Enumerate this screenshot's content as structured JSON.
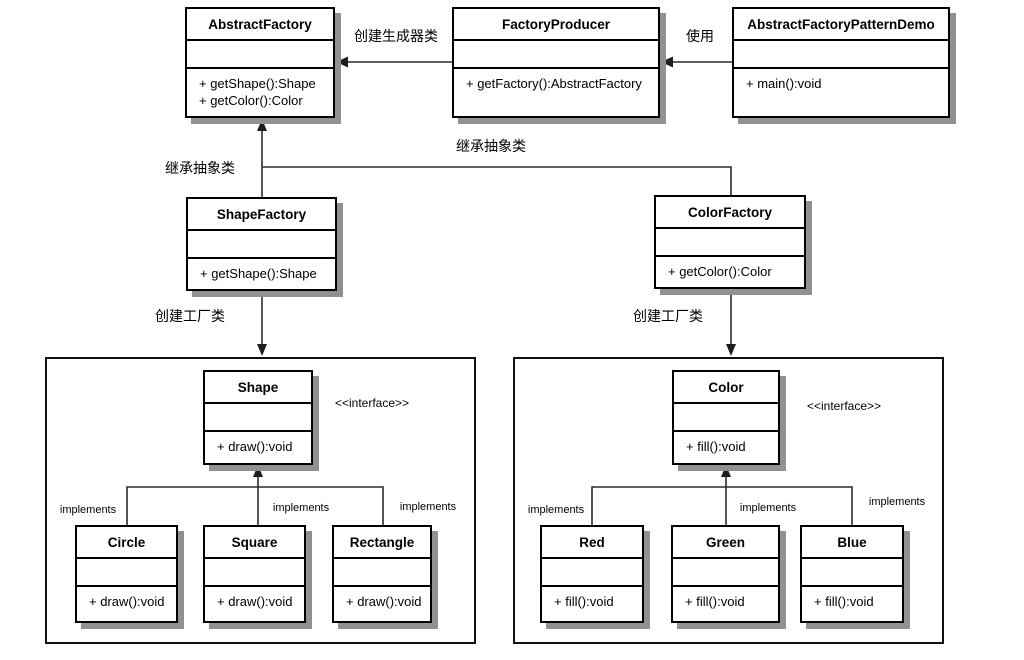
{
  "diagram": {
    "type": "uml-class-diagram",
    "pattern": "Abstract Factory"
  },
  "labels": {
    "create_generator": "创建生成器类",
    "use": "使用",
    "inherit_abstract_left": "继承抽象类",
    "inherit_abstract_right": "继承抽象类",
    "create_factory_left": "创建工厂类",
    "create_factory_right": "创建工厂类",
    "implements": "implements",
    "interface_stereotype": "<<interface>>"
  },
  "classes": {
    "abstract_factory": {
      "name": "AbstractFactory",
      "methods": [
        "+ getShape():Shape",
        "+ getColor():Color"
      ]
    },
    "factory_producer": {
      "name": "FactoryProducer",
      "methods": [
        "+ getFactory():AbstractFactory"
      ]
    },
    "demo": {
      "name": "AbstractFactoryPatternDemo",
      "methods": [
        "+ main():void"
      ]
    },
    "shape_factory": {
      "name": "ShapeFactory",
      "methods": [
        "+ getShape():Shape"
      ]
    },
    "color_factory": {
      "name": "ColorFactory",
      "methods": [
        "+ getColor():Color"
      ]
    },
    "shape": {
      "name": "Shape",
      "methods": [
        "+ draw():void"
      ]
    },
    "circle": {
      "name": "Circle",
      "methods": [
        "+ draw():void"
      ]
    },
    "square": {
      "name": "Square",
      "methods": [
        "+ draw():void"
      ]
    },
    "rectangle": {
      "name": "Rectangle",
      "methods": [
        "+ draw():void"
      ]
    },
    "color": {
      "name": "Color",
      "methods": [
        "+ fill():void"
      ]
    },
    "red": {
      "name": "Red",
      "methods": [
        "+ fill():void"
      ]
    },
    "green": {
      "name": "Green",
      "methods": [
        "+ fill():void"
      ]
    },
    "blue": {
      "name": "Blue",
      "methods": [
        "+ fill():void"
      ]
    }
  },
  "colors": {
    "box_border": "#000000",
    "box_fill": "#ffffff",
    "shadow": "#919191",
    "line": "#2b2b2b",
    "background": "#ffffff"
  }
}
